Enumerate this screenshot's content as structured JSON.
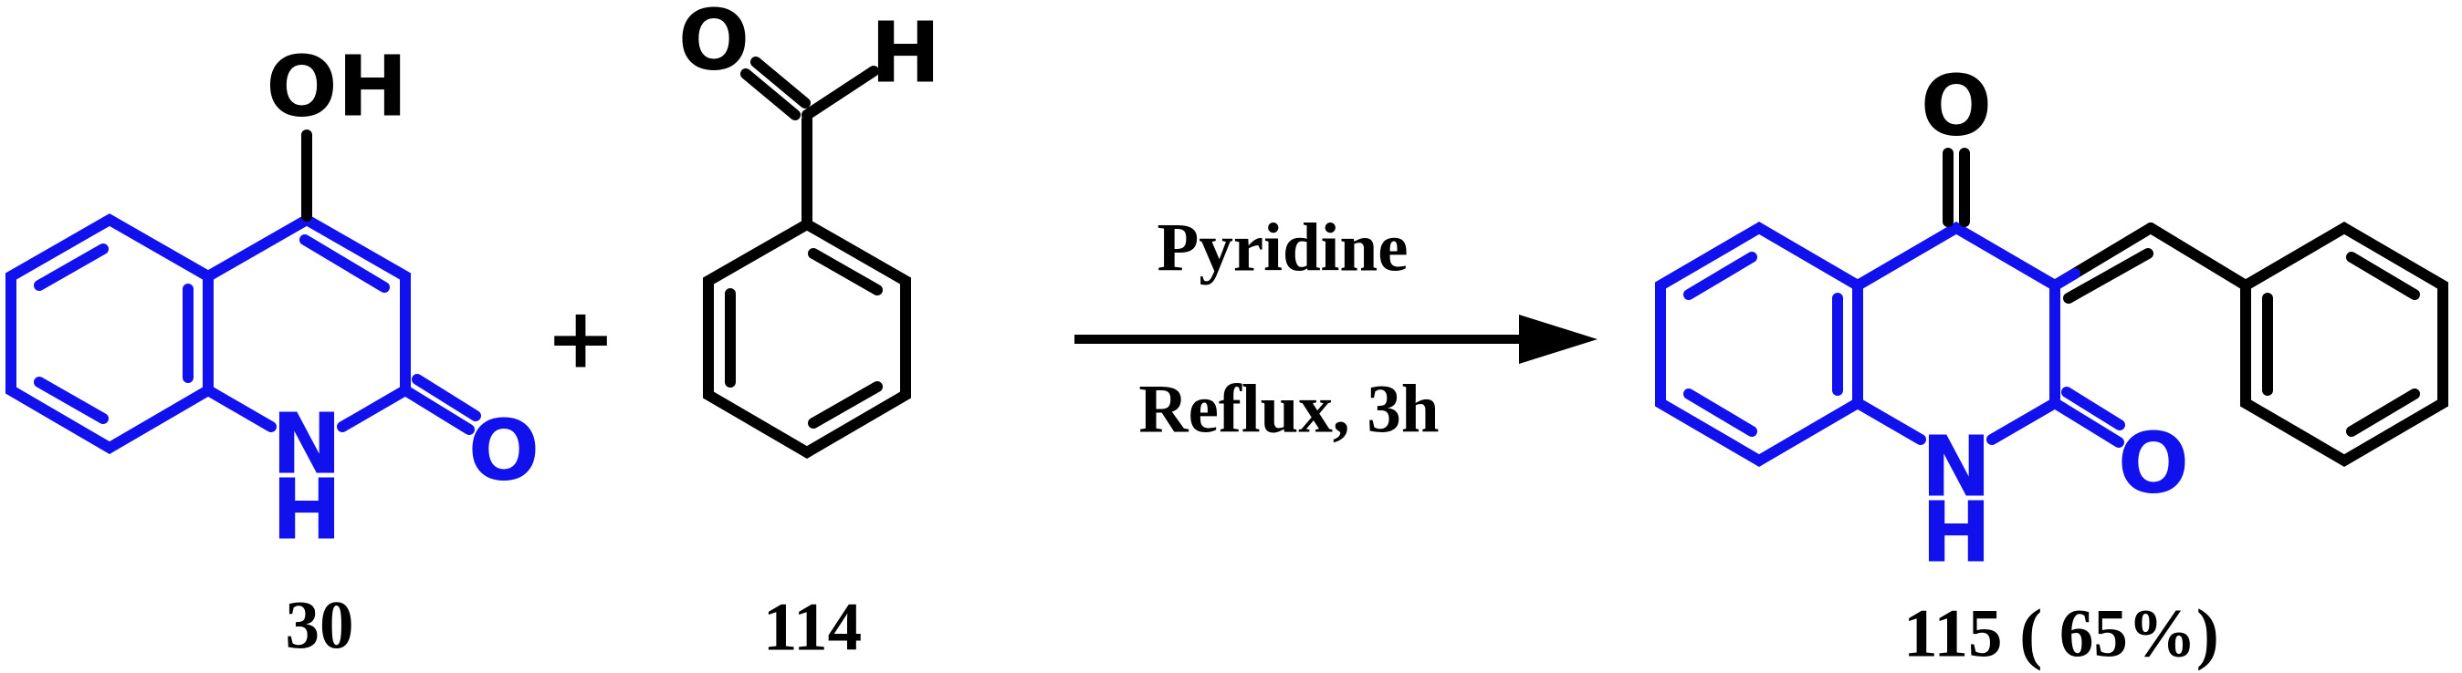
{
  "scheme": {
    "type": "chemical-reaction-scheme",
    "reactant_30": {
      "number": "30",
      "hydroxyl": "OH",
      "ring_nitrogen": "N",
      "nh_hydrogen": "H",
      "carbonyl_oxygen": "O"
    },
    "plus_sign": "+",
    "reactant_114": {
      "number": "114",
      "aldehyde_oxygen": "O",
      "aldehyde_hydrogen": "H"
    },
    "arrow": {
      "reagent": "Pyridine",
      "conditions": "Reflux, 3h"
    },
    "product_115": {
      "number": "115 ( 65%)",
      "top_carbonyl_oxygen": "O",
      "lactam_oxygen": "O",
      "ring_nitrogen": "N",
      "nh_hydrogen": "H"
    },
    "colors": {
      "fragment_blue": "#1111ee",
      "bond_black": "#000000",
      "background": "#ffffff"
    }
  }
}
